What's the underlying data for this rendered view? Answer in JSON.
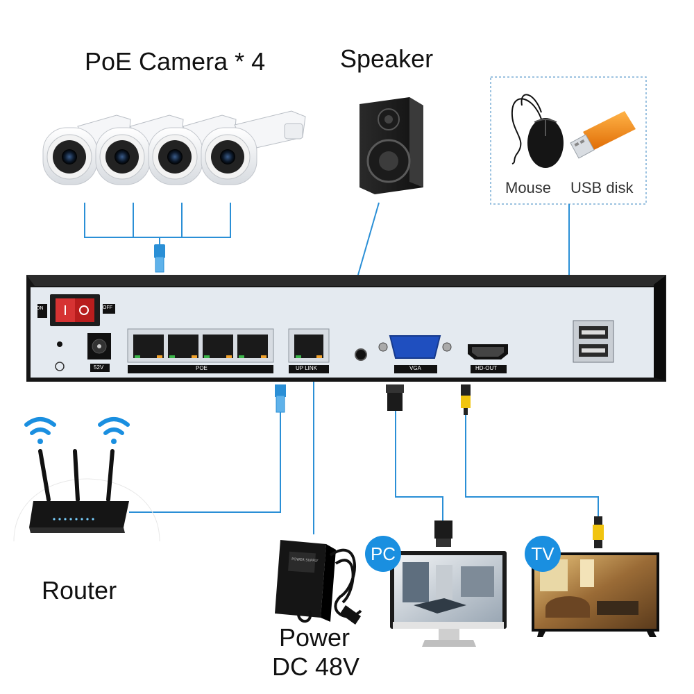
{
  "labels": {
    "poe_camera": "PoE Camera * 4",
    "speaker": "Speaker",
    "mouse": "Mouse",
    "usb_disk": "USB disk",
    "router": "Router",
    "power_line1": "Power",
    "power_line2": "DC 48V",
    "pc_badge": "PC",
    "tv_badge": "TV"
  },
  "nvr_panel": {
    "switch_on": "ON",
    "switch_off": "OFF",
    "dc_port": "52V",
    "poe_ports": "POE",
    "uplink": "UP LINK",
    "vga": "VGA",
    "hdmi": "HD-OUT"
  },
  "power_adapter_text": "POWER SUPPLY",
  "colors": {
    "cable_blue": "#2a8fd6",
    "badge_blue": "#1a8fe0",
    "nvr_frame": "#1a1a1a",
    "nvr_panel": "#e4eaf0",
    "port_green": "#3bb54a",
    "port_orange": "#f1a22c"
  }
}
